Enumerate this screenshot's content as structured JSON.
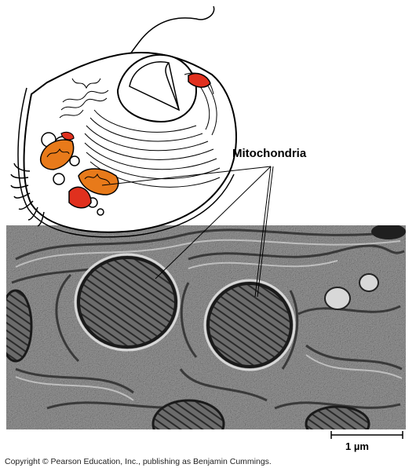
{
  "figure": {
    "label": "Mitochondria",
    "scale_bar_label": "1 µm",
    "copyright": "Copyright © Pearson Education, Inc., publishing as Benjamin Cummings."
  },
  "colors": {
    "mitochondria_fill": "#e0301e",
    "mitochondria_cross_section": "#e87a1a",
    "micrograph_background": "#9a9a9a",
    "line_art": "#000000"
  }
}
